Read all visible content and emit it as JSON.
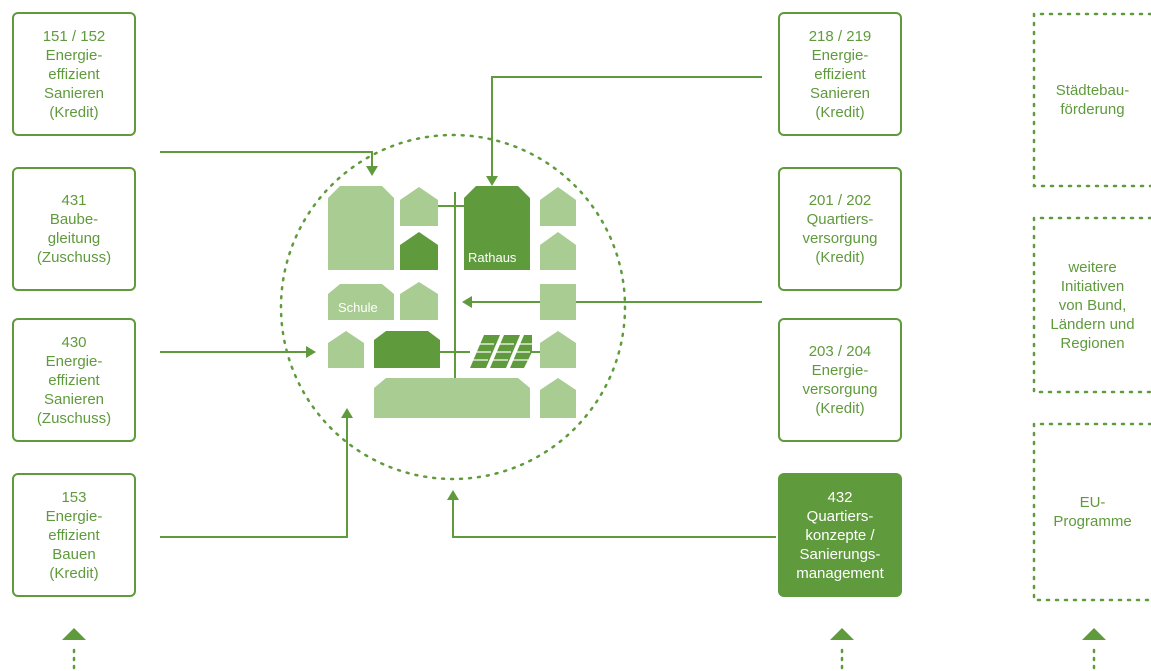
{
  "colors": {
    "primary": "#5f9a3c",
    "light": "#a8cc92",
    "background": "#ffffff"
  },
  "left_programs": [
    {
      "lines": [
        "151 / 152",
        "Energie-",
        "effizient",
        "Sanieren",
        "(Kredit)"
      ]
    },
    {
      "lines": [
        "431",
        "Baube-",
        "gleitung",
        "(Zuschuss)"
      ]
    },
    {
      "lines": [
        "430",
        "Energie-",
        "effizient",
        "Sanieren",
        "(Zuschuss)"
      ]
    },
    {
      "lines": [
        "153",
        "Energie-",
        "effizient",
        "Bauen",
        "(Kredit)"
      ]
    }
  ],
  "middle_programs": [
    {
      "lines": [
        "218 / 219",
        "Energie-",
        "effizient",
        "Sanieren",
        "(Kredit)"
      ]
    },
    {
      "lines": [
        "201 / 202",
        "Quartiers-",
        "versorgung",
        "(Kredit)"
      ]
    },
    {
      "lines": [
        "203 / 204",
        "Energie-",
        "versorgung",
        "(Kredit)"
      ]
    },
    {
      "lines": [
        "432",
        "Quartiers-",
        "konzepte /",
        "Sanierungs-",
        "management"
      ]
    }
  ],
  "other_programs": [
    {
      "lines": [
        "Städtebau-",
        "förderung"
      ]
    },
    {
      "lines": [
        "weitere",
        "Initiativen",
        "von Bund,",
        "Ländern und",
        "Regionen"
      ]
    },
    {
      "lines": [
        "EU-",
        "Programme"
      ]
    }
  ],
  "district": {
    "rathaus_label": "Rathaus",
    "schule_label": "Schule"
  }
}
